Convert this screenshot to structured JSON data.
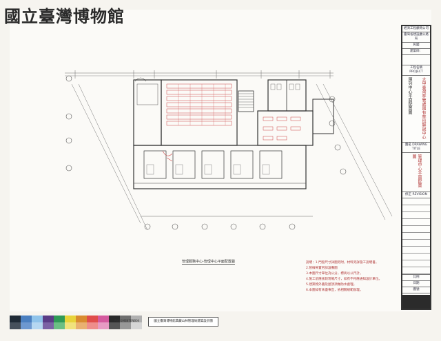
{
  "watermark": "國立臺灣博物館",
  "title_block": {
    "org": "經濟工程顧問公司",
    "office": "臺灣省建設廳公路局",
    "meta1": "民國",
    "meta2": "建築師：",
    "label_project": "工程名稱 PROJECT",
    "project_name": "大甲臺灣林管處國有林班解說中心",
    "drawing_title": "陳列中心平面配置圖",
    "label_drawing": "圖名 DRAWING TITLE",
    "drawing_name": "管理中心平面配置圖",
    "label_revision": "修正 REVISION",
    "footer1": "比例",
    "footer2": "日期",
    "footer3": "圖號"
  },
  "plan_title": "管理服務中心-管理中心平面配置圖",
  "notes": [
    "說明：1.門窗尺寸詳圖另附，材料另詳施工說明書。",
    "2.管線佈置另詳設備圖",
    "3.本圖尺寸單位為公分，標高以公尺計。",
    "4.施工前應核對現場尺寸，如有不符應通知設計單位。",
    "5.建築物外牆及屋頂須做防水處理。",
    "6.本圖如有未盡事宜，依相關規範辦理。"
  ],
  "colors": {
    "swatch_top": [
      "#1f2a36",
      "#4a7fc0",
      "#8fc3ea",
      "#5a3c86",
      "#2f9a57",
      "#e8d33a",
      "#d98b2f",
      "#e04d4a",
      "#d45a9e",
      "#2a2a2a",
      "#6e6e6e",
      "#b0b0b0"
    ],
    "swatch_bottom": [
      "#46505c",
      "#6d98d0",
      "#b5d7f1",
      "#7b62a5",
      "#6bbf84",
      "#f1e27d",
      "#e9b071",
      "#ee8d8b",
      "#e79bc3",
      "#555555",
      "#989898",
      "#d6d6d6"
    ]
  },
  "barcode_text": "RANGMENTENB04",
  "footer_text": "國立臺灣博物館典藏山林管理局建築設計圖"
}
